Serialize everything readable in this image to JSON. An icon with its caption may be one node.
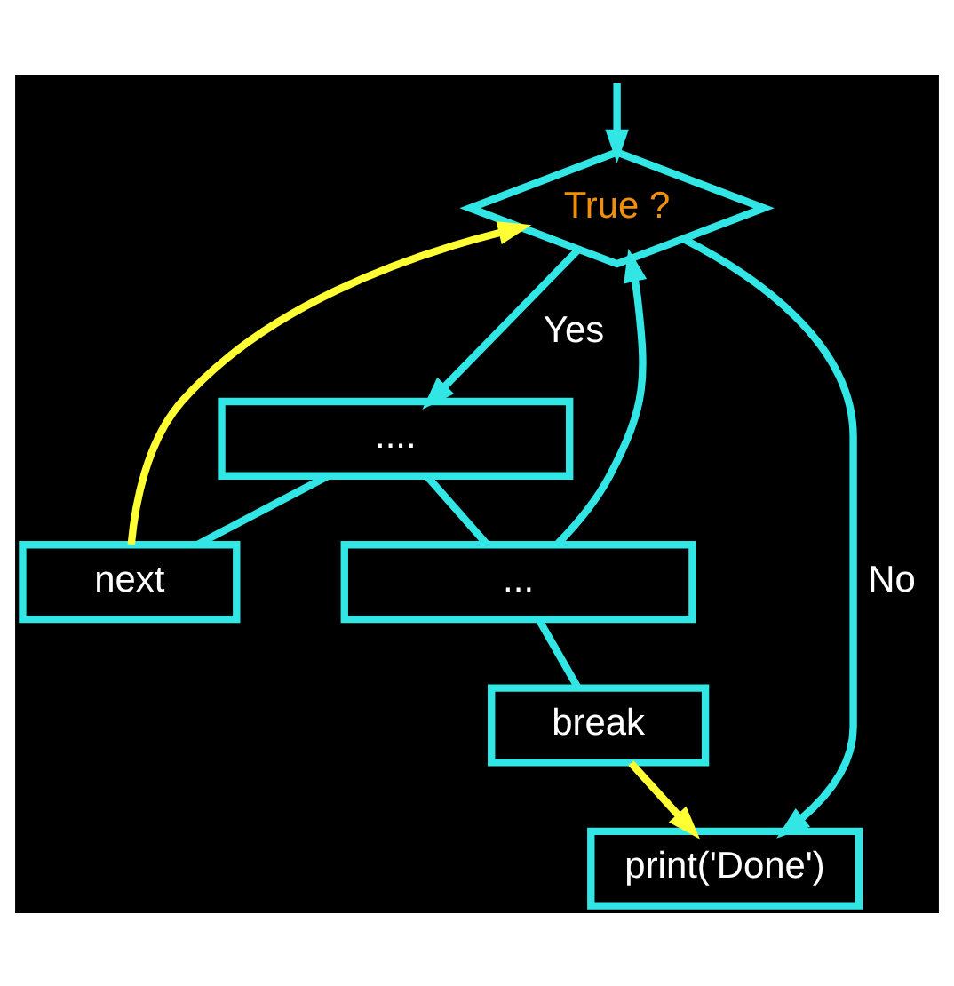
{
  "diagram": {
    "nodes": [
      {
        "text": [
          "True ?"
        ]
      },
      {
        "text": [
          "...."
        ]
      },
      {
        "text": [
          "next"
        ]
      },
      {
        "text": [
          "..."
        ]
      },
      {
        "text": [
          "break"
        ]
      },
      {
        "text": [
          "print('Done')"
        ]
      }
    ],
    "edges": [
      {
        "from": null,
        "to": 0,
        "arrow": "to"
      },
      {
        "from": 0,
        "to": 1,
        "arrow": "to",
        "label": "Yes"
      },
      {
        "from": 0,
        "to": 5,
        "arrow": "to",
        "label": "No"
      },
      {
        "from": 1,
        "to": 2,
        "arrow": "none"
      },
      {
        "from": 1,
        "to": 3,
        "arrow": "none"
      },
      {
        "from": 2,
        "to": 0,
        "arrow": "to",
        "color": "#ffff33"
      },
      {
        "from": 3,
        "to": 0,
        "arrow": "to"
      },
      {
        "from": 3,
        "to": 4,
        "arrow": "none"
      },
      {
        "from": 4,
        "to": 5,
        "arrow": "to",
        "color": "#ffff33"
      }
    ]
  }
}
